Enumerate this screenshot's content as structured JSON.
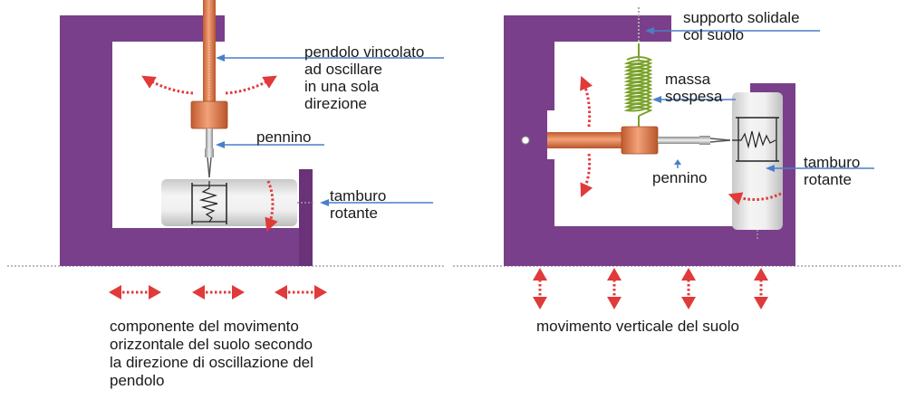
{
  "left_panel": {
    "label_pendulum": [
      "pendolo vincolato",
      "ad oscillare",
      "in una sola",
      "direzione"
    ],
    "label_pen": "pennino",
    "label_drum": [
      "tamburo",
      "rotante"
    ],
    "caption": [
      "componente del movimento",
      "orizzontale del suolo secondo",
      "la direzione di oscillazione del",
      "pendolo"
    ]
  },
  "right_panel": {
    "label_support": [
      "supporto solidale",
      "col suolo"
    ],
    "label_mass": [
      "massa",
      "sospesa"
    ],
    "label_pen": "pennino",
    "label_drum": [
      "tamburo",
      "rotante"
    ],
    "caption": "movimento verticale del suolo"
  },
  "colors": {
    "frame": "#7a3f8a",
    "pointer": "#4a7fc8",
    "arrow": "#e03a3a",
    "pendulum": "#e07a4a",
    "spring": "#7aa22a",
    "ground": "#bbbbbb"
  }
}
